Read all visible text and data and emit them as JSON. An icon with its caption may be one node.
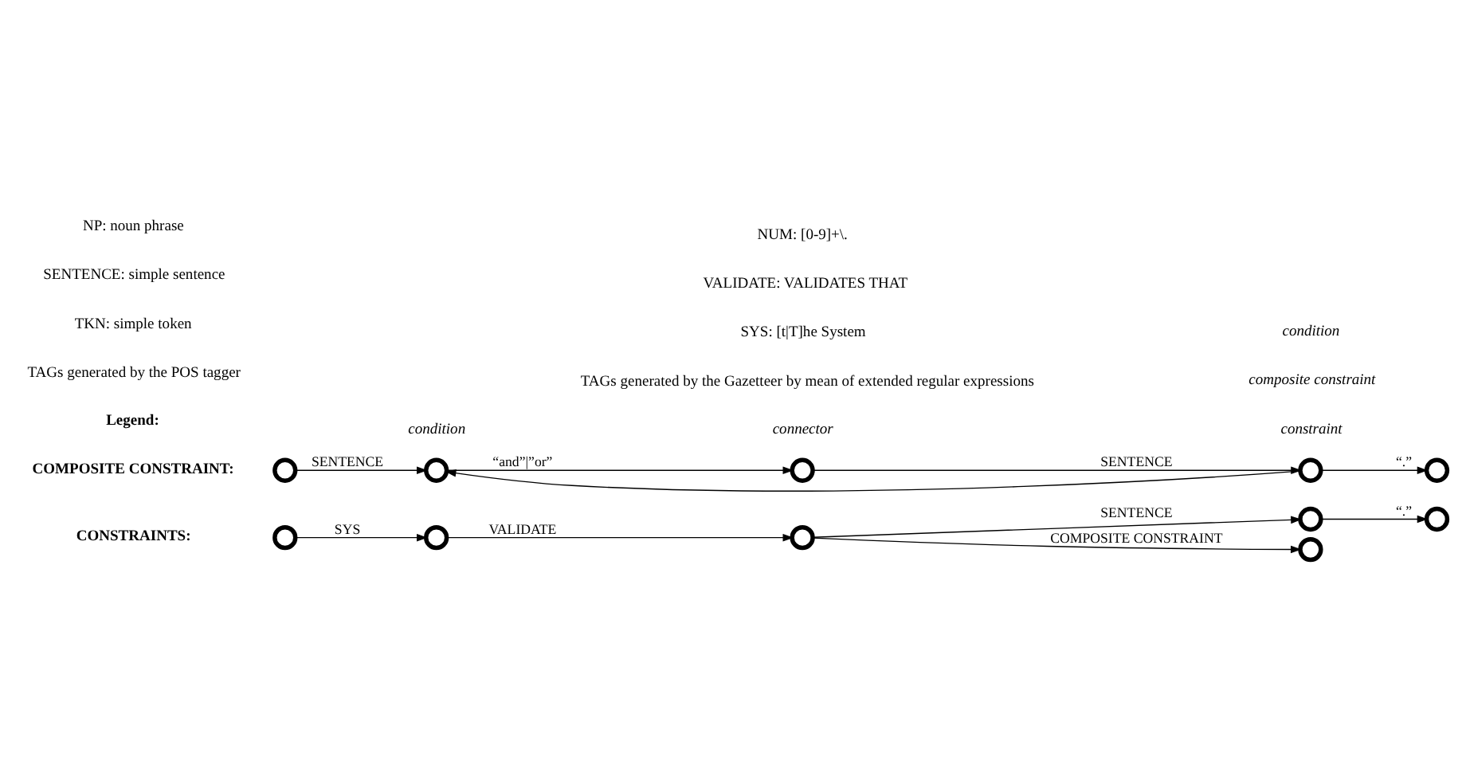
{
  "diagram": {
    "nodes": [
      {
        "text": [],
        "shape": "circle"
      },
      {
        "text": [],
        "shape": "circle"
      },
      {
        "text": [],
        "shape": "circle"
      },
      {
        "text": [],
        "shape": "circle"
      },
      {
        "text": [],
        "shape": "circle"
      },
      {
        "text": [],
        "shape": "circle"
      },
      {
        "text": [],
        "shape": "circle"
      },
      {
        "text": [],
        "shape": "circle"
      },
      {
        "text": [],
        "shape": "circle"
      },
      {
        "text": [],
        "shape": "circle"
      },
      {
        "text": [],
        "shape": "circle"
      }
    ],
    "edges": [
      {
        "from": 0,
        "to": 1,
        "arrow": "to",
        "label": "SYS"
      },
      {
        "from": 1,
        "to": 2,
        "arrow": "to",
        "label": "VALIDATE"
      },
      {
        "from": 2,
        "to": 3,
        "arrow": "to",
        "label": "SENTENCE"
      },
      {
        "from": 3,
        "to": 4,
        "arrow": "to",
        "label": "“.”"
      },
      {
        "from": 2,
        "to": 5,
        "arrow": "to",
        "label": "COMPOSITE CONSTRAINT"
      },
      {
        "from": 6,
        "to": 7,
        "arrow": "to",
        "label": "SENTENCE"
      },
      {
        "from": 7,
        "to": 8,
        "arrow": "to",
        "label": "“and”|”or”"
      },
      {
        "from": 8,
        "to": 9,
        "arrow": "to",
        "label": "SENTENCE"
      },
      {
        "from": 9,
        "to": 10,
        "arrow": "to",
        "label": "“.”"
      },
      {
        "from": 9,
        "to": 7,
        "arrow": "to"
      }
    ],
    "labels": [
      "CONSTRAINTS:",
      "constraint",
      "composite constraint",
      "COMPOSITE CONSTRAINT:",
      "condition",
      "connector",
      "condition",
      "Legend:",
      "TAGs generated by the POS tagger",
      "TKN: simple token",
      "SENTENCE: simple sentence",
      "NP: noun phrase",
      "TAGs generated by the Gazetteer by mean of extended regular expressions",
      "SYS: [t|T]he System",
      "VALIDATE: VALIDATES THAT",
      "NUM: [0-9]+\\."
    ]
  }
}
